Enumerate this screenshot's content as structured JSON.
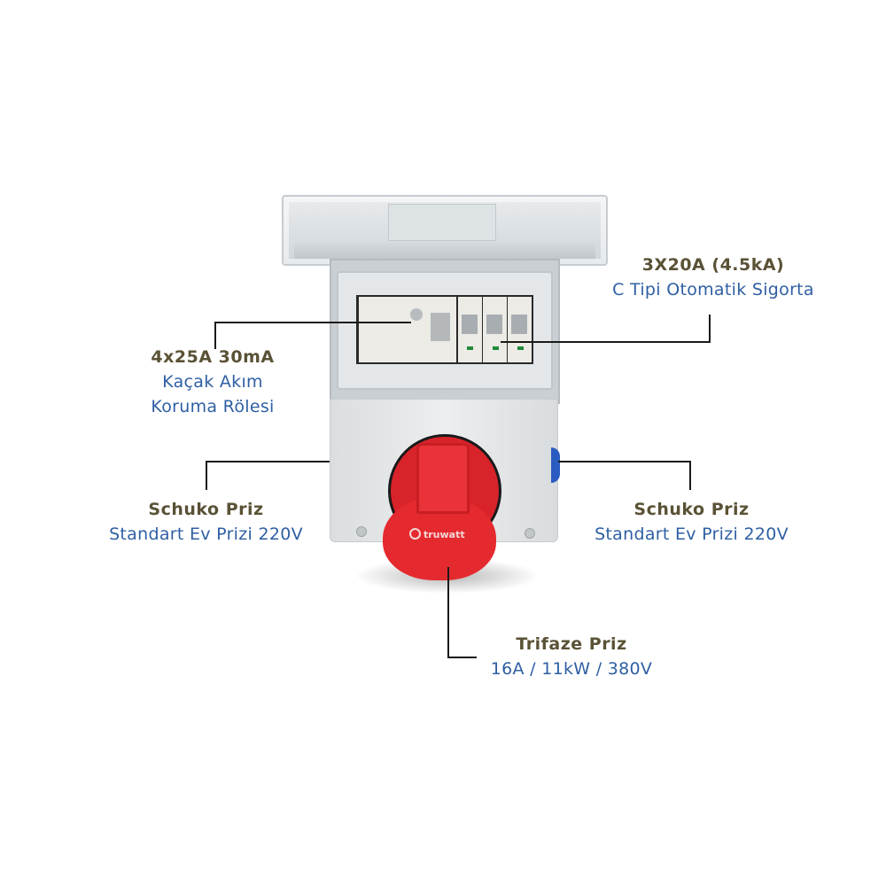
{
  "product": {
    "brand": "truwatt",
    "colors": {
      "socket_red": "#e52a2f",
      "socket_blue": "#2a5bc0",
      "title_color": "#5a5236",
      "subtitle_color": "#2f5fa3"
    }
  },
  "callouts": {
    "mcb": {
      "title": "3X20A (4.5kA)",
      "subtitle": "C Tipi Otomatik Sigorta"
    },
    "rcd": {
      "title": "4x25A 30mA",
      "subtitle_line1": "Kaçak Akım",
      "subtitle_line2": "Koruma Rölesi"
    },
    "schuko_left": {
      "title": "Schuko Priz",
      "subtitle": "Standart Ev Prizi 220V"
    },
    "schuko_right": {
      "title": "Schuko Priz",
      "subtitle": "Standart Ev Prizi 220V"
    },
    "three_phase": {
      "title": "Trifaze Priz",
      "subtitle": "16A / 11kW / 380V"
    }
  }
}
